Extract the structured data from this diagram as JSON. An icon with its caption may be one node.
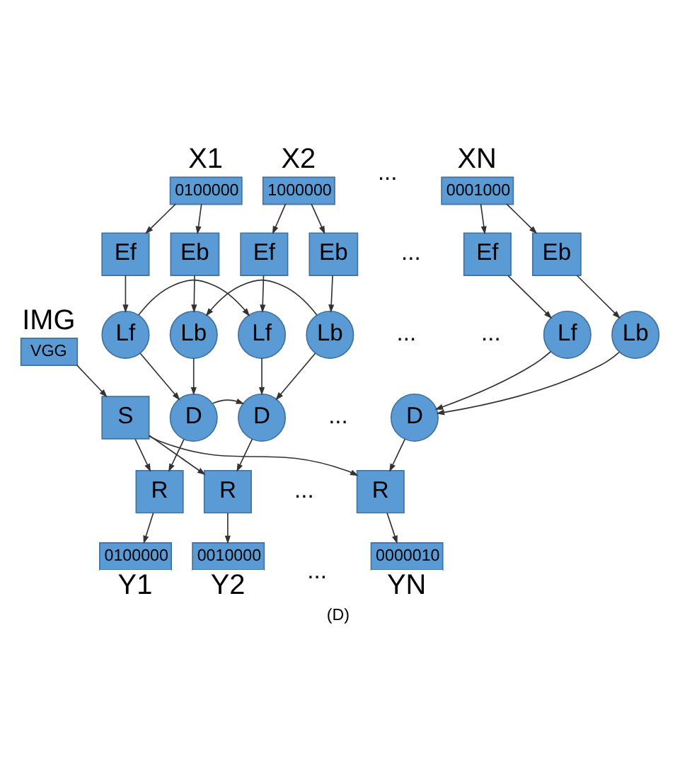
{
  "diagram": {
    "caption": "(D)",
    "nodes": [
      {
        "text": [
          "X1",
          "0100000"
        ]
      },
      {
        "text": [
          "X2",
          "1000000"
        ]
      },
      {
        "text": [
          "XN",
          "0001000"
        ]
      },
      {
        "text": [
          "Ef"
        ]
      },
      {
        "text": [
          "Eb"
        ]
      },
      {
        "text": [
          "Ef"
        ]
      },
      {
        "text": [
          "Eb"
        ]
      },
      {
        "text": [
          "Ef"
        ]
      },
      {
        "text": [
          "Eb"
        ]
      },
      {
        "text": [
          "Lf"
        ]
      },
      {
        "text": [
          "Lf"
        ]
      },
      {
        "text": [
          "Lf"
        ]
      },
      {
        "text": [
          "IMG",
          "VGG"
        ]
      },
      {
        "text": [
          "Lb"
        ]
      },
      {
        "text": [
          "Lb"
        ]
      },
      {
        "text": [
          "Lb"
        ]
      },
      {
        "text": [
          "S"
        ]
      },
      {
        "text": [
          "D"
        ]
      },
      {
        "text": [
          "D"
        ]
      },
      {
        "text": [
          "D"
        ]
      },
      {
        "text": [
          "R"
        ]
      },
      {
        "text": [
          "R"
        ]
      },
      {
        "text": [
          "R"
        ]
      },
      {
        "text": [
          "0100000",
          "Y1"
        ]
      },
      {
        "text": [
          "0010000",
          "Y2"
        ]
      },
      {
        "text": [
          "0000010",
          "YN"
        ]
      }
    ],
    "edges": [
      {
        "from": 0,
        "to": 3,
        "arrow": "to"
      },
      {
        "from": 0,
        "to": 4,
        "arrow": "to"
      },
      {
        "from": 1,
        "to": 5,
        "arrow": "to"
      },
      {
        "from": 1,
        "to": 6,
        "arrow": "to"
      },
      {
        "from": 2,
        "to": 7,
        "arrow": "to"
      },
      {
        "from": 2,
        "to": 8,
        "arrow": "to"
      },
      {
        "from": 3,
        "to": 9,
        "arrow": "to"
      },
      {
        "from": 5,
        "to": 10,
        "arrow": "to"
      },
      {
        "from": 7,
        "to": 11,
        "arrow": "to"
      },
      {
        "from": 4,
        "to": 13,
        "arrow": "to"
      },
      {
        "from": 6,
        "to": 14,
        "arrow": "to"
      },
      {
        "from": 8,
        "to": 15,
        "arrow": "to"
      },
      {
        "from": 9,
        "to": 10,
        "arrow": "to"
      },
      {
        "from": 14,
        "to": 13,
        "arrow": "to"
      },
      {
        "from": 9,
        "to": 17,
        "arrow": "to"
      },
      {
        "from": 10,
        "to": 18,
        "arrow": "to"
      },
      {
        "from": 11,
        "to": 19,
        "arrow": "to"
      },
      {
        "from": 13,
        "to": 17,
        "arrow": "to"
      },
      {
        "from": 14,
        "to": 18,
        "arrow": "to"
      },
      {
        "from": 15,
        "to": 19,
        "arrow": "to"
      },
      {
        "from": 12,
        "to": 16,
        "arrow": "to"
      },
      {
        "from": 17,
        "to": 18,
        "arrow": "to"
      },
      {
        "from": 17,
        "to": 20,
        "arrow": "to"
      },
      {
        "from": 18,
        "to": 21,
        "arrow": "to"
      },
      {
        "from": 19,
        "to": 22,
        "arrow": "to"
      },
      {
        "from": 16,
        "to": 20,
        "arrow": "to"
      },
      {
        "from": 16,
        "to": 21,
        "arrow": "to"
      },
      {
        "from": 16,
        "to": 22,
        "arrow": "to"
      },
      {
        "from": 20,
        "to": 23,
        "arrow": "to"
      },
      {
        "from": 21,
        "to": 24,
        "arrow": "to"
      },
      {
        "from": 22,
        "to": 25,
        "arrow": "to"
      }
    ],
    "labels": [
      "...",
      "...",
      "...",
      "...",
      "...",
      "...",
      "..."
    ]
  }
}
